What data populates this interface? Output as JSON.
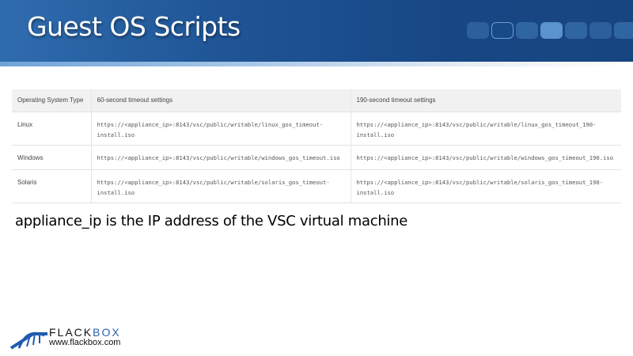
{
  "slide": {
    "title": "Guest OS Scripts",
    "note": "appliance_ip is the IP address of the VSC virtual machine"
  },
  "table": {
    "headers": [
      "Operating System Type",
      "60-second timeout settings",
      "190-second timeout settings"
    ],
    "rows": [
      [
        "Linux",
        "https://<appliance_ip>:8143/vsc/public/writable/linux_gos_timeout-install.iso",
        "https://<appliance_ip>:8143/vsc/public/writable/linux_gos_timeout_190-install.iso"
      ],
      [
        "Windows",
        "https://<appliance_ip>:8143/vsc/public/writable/windows_gos_timeout.iso",
        "https://<appliance_ip>:8143/vsc/public/writable/windows_gos_timeout_190.iso"
      ],
      [
        "Solaris",
        "https://<appliance_ip>:8143/vsc/public/writable/solaris_gos_timeout-install.iso",
        "https://<appliance_ip>:8143/vsc/public/writable/solaris_gos_timeout_190-install.iso"
      ]
    ]
  },
  "logo": {
    "brand_a": "FLACK",
    "brand_b": "BOX",
    "url": "www.flackbox.com"
  }
}
